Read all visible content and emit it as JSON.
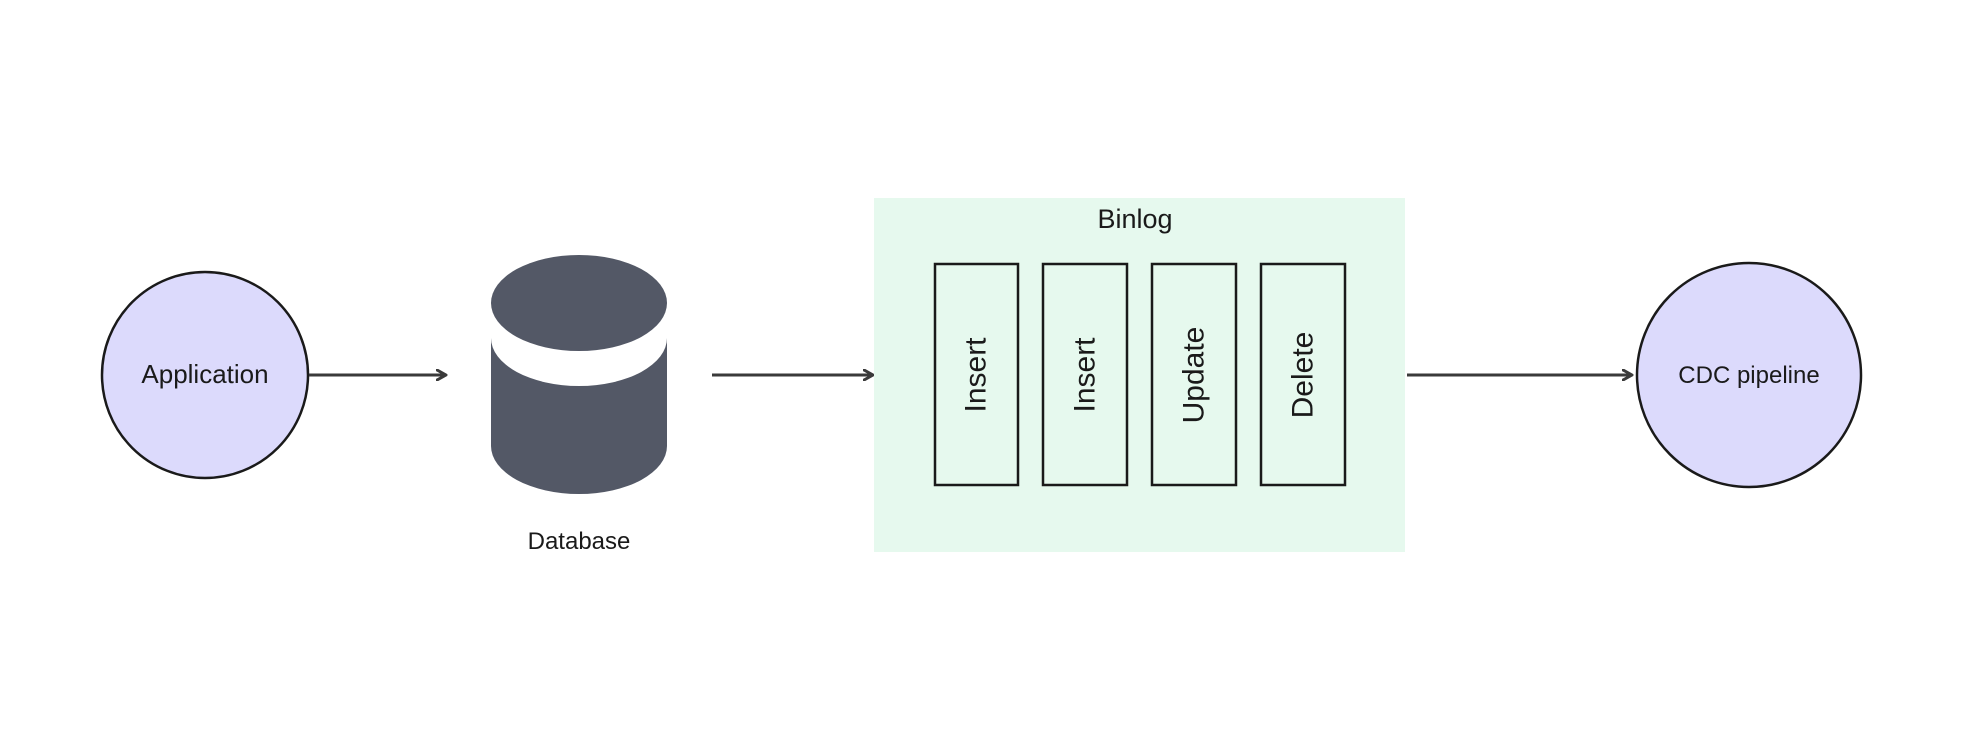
{
  "nodes": {
    "application": {
      "label": "Application"
    },
    "database": {
      "label": "Database"
    },
    "binlog": {
      "title": "Binlog",
      "entries": [
        {
          "label": "Insert"
        },
        {
          "label": "Insert"
        },
        {
          "label": "Update"
        },
        {
          "label": "Delete"
        }
      ]
    },
    "cdc_pipeline": {
      "label": "CDC pipeline"
    }
  },
  "colors": {
    "node_fill": "#dcdafc",
    "node_stroke": "#1a1a1a",
    "database_fill": "#535866",
    "binlog_fill": "#e6f9ee",
    "entry_fill": "#e6f9ee",
    "arrow": "#3a3a3a",
    "text": "#1a1a1a"
  }
}
